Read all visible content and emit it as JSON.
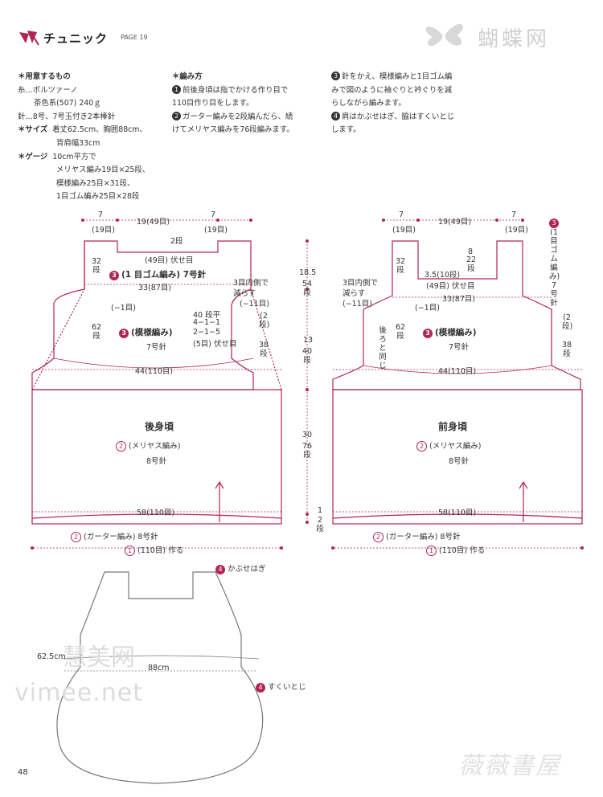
{
  "header": {
    "title": "チュニック",
    "page_ref": "PAGE 19",
    "watermark_top": "蝴蝶网"
  },
  "materials": {
    "heading": "＊用意するもの",
    "yarn_line": "糸…ボルツァーノ",
    "yarn_color": "茶色系(507) 240ｇ",
    "needles": "針…8号、7号玉付き2本棒針",
    "size_heading": "＊サイズ",
    "size_line1": "着丈62.5cm、胸囲88cm、",
    "size_line2": "背肩幅33cm",
    "gauge_heading": "＊ゲージ",
    "gauge_line1": "10cm平方で",
    "gauge_line2": "メリヤス編み19目×25段、",
    "gauge_line3": "模様編み25目×31段、",
    "gauge_line4": "1目ゴム編み25目×28段"
  },
  "method": {
    "heading": "＊編み方",
    "step1a": "前後身頃は指でかける作り目で",
    "step1b": "110目作り目をします。",
    "step2a": "ガーター編みを2段編んだら、続",
    "step2b": "けてメリヤス編みを76段編みます。",
    "step3a": "針をかえ、模様編みと1目ゴム編",
    "step3b": "みで図のように袖ぐりと衿ぐりを減",
    "step3c": "らしながら編みます。",
    "step4a": "肩はかぶせはぎ、脇はすくいとじ",
    "step4b": "します。",
    "n1": "1",
    "n2": "2",
    "n3": "3",
    "n4": "4"
  },
  "back": {
    "dim_left": "7",
    "dim_left_sub": "(19目)",
    "dim_mid": "19(49目)",
    "dim_right": "7",
    "dim_right_sub": "(19目)",
    "neck_rows": "2段",
    "neck_bind": "(49目) 伏せ目",
    "rib_label": "(1 目ゴム編み) 7号針",
    "rib_rows": "32段",
    "width33": "33(87目)",
    "decrease_note1": "3目内側で",
    "decrease_note2": "減らす",
    "decrease_count": "(−11目)",
    "minus1": "(−1目)",
    "pattern_label": "(模様編み)",
    "pattern_needle": "7号針",
    "rows62": "62段",
    "dec_table1": "40 段平",
    "dec_table2": "4−1−1",
    "dec_table3": "2−1−5",
    "dec_table4": "(5目) 伏せ目",
    "rows2": "(2段)",
    "rows38": "38段",
    "width44": "44(110目)",
    "name": "後身頃",
    "stockinette": "(メリヤス編み)",
    "stockinette_needle": "8号針",
    "width58": "58(110目)",
    "garter": "(ガーター編み) 8号針",
    "cast_on": "(110目) 作る"
  },
  "center_dims": {
    "d1": "18.5",
    "d1_rows": "54段",
    "d2": "13",
    "d2_rows": "40段",
    "d3": "30",
    "d3_rows": "76段",
    "d4": "1",
    "d4_rows": "2段"
  },
  "front": {
    "dim_left": "7",
    "dim_left_sub": "(19目)",
    "dim_mid": "19(49目)",
    "dim_right": "7",
    "dim_right_sub": "(19目)",
    "rib_side_label": "(1目ゴム編み) 7号針",
    "rows8": "8",
    "rows22": "22段",
    "rib_rows": "32段",
    "neck_dim": "3.5(10段)",
    "neck_bind": "(49目) 伏せ目",
    "width33": "33(87目)",
    "decrease_note1": "3目内側で",
    "decrease_note2": "減らす",
    "decrease_count": "(−11目)",
    "minus1": "(−1目)",
    "rows62": "62段",
    "same_as_back": "後ろと同じ",
    "pattern_label": "(模様編み)",
    "pattern_needle": "7号針",
    "rows2": "(2段)",
    "rows38": "38段",
    "width44": "44(110目)",
    "name": "前身頃",
    "stockinette": "(メリヤス編み)",
    "stockinette_needle": "8号針",
    "width58": "58(110目)",
    "garter": "(ガーター編み) 8号針",
    "cast_on": "(110目) 作る"
  },
  "assembly": {
    "shoulder": "かぶせはぎ",
    "side": "すくいとじ",
    "length": "62.5cm",
    "chest": "88cm"
  },
  "watermarks": {
    "mid1": "慧美网",
    "mid2": "vimee.net",
    "bottom": "薇薇書屋"
  },
  "page_number": "48",
  "colors": {
    "line": "#b0264f",
    "text": "#333333"
  }
}
